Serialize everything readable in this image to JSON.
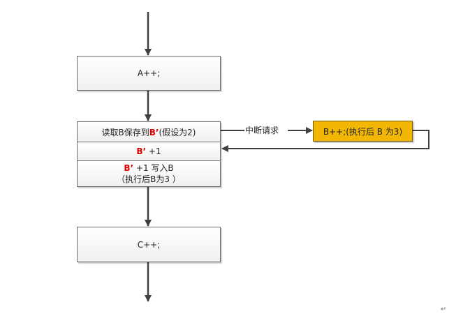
{
  "diagram": {
    "nodes": {
      "a": {
        "text": "A++;"
      },
      "read": {
        "prefix": "读取B保存到",
        "highlight": "B’",
        "suffix": "(假设为2)"
      },
      "inc": {
        "highlight": "B’",
        "suffix": "+1"
      },
      "write": {
        "highlight": "B’",
        "suffix": "+1 写入B",
        "line2": "（执行后B为3 ）"
      },
      "c": {
        "text": "C++;"
      },
      "interrupt": {
        "text": "B++;(执行后 B 为3)"
      }
    },
    "edges": {
      "interrupt_label": "中断请求"
    },
    "colors": {
      "highlight": "#e00000",
      "interrupt_fill": "#f2b705",
      "line": "#404040"
    }
  },
  "paragraph_mark": "↵"
}
